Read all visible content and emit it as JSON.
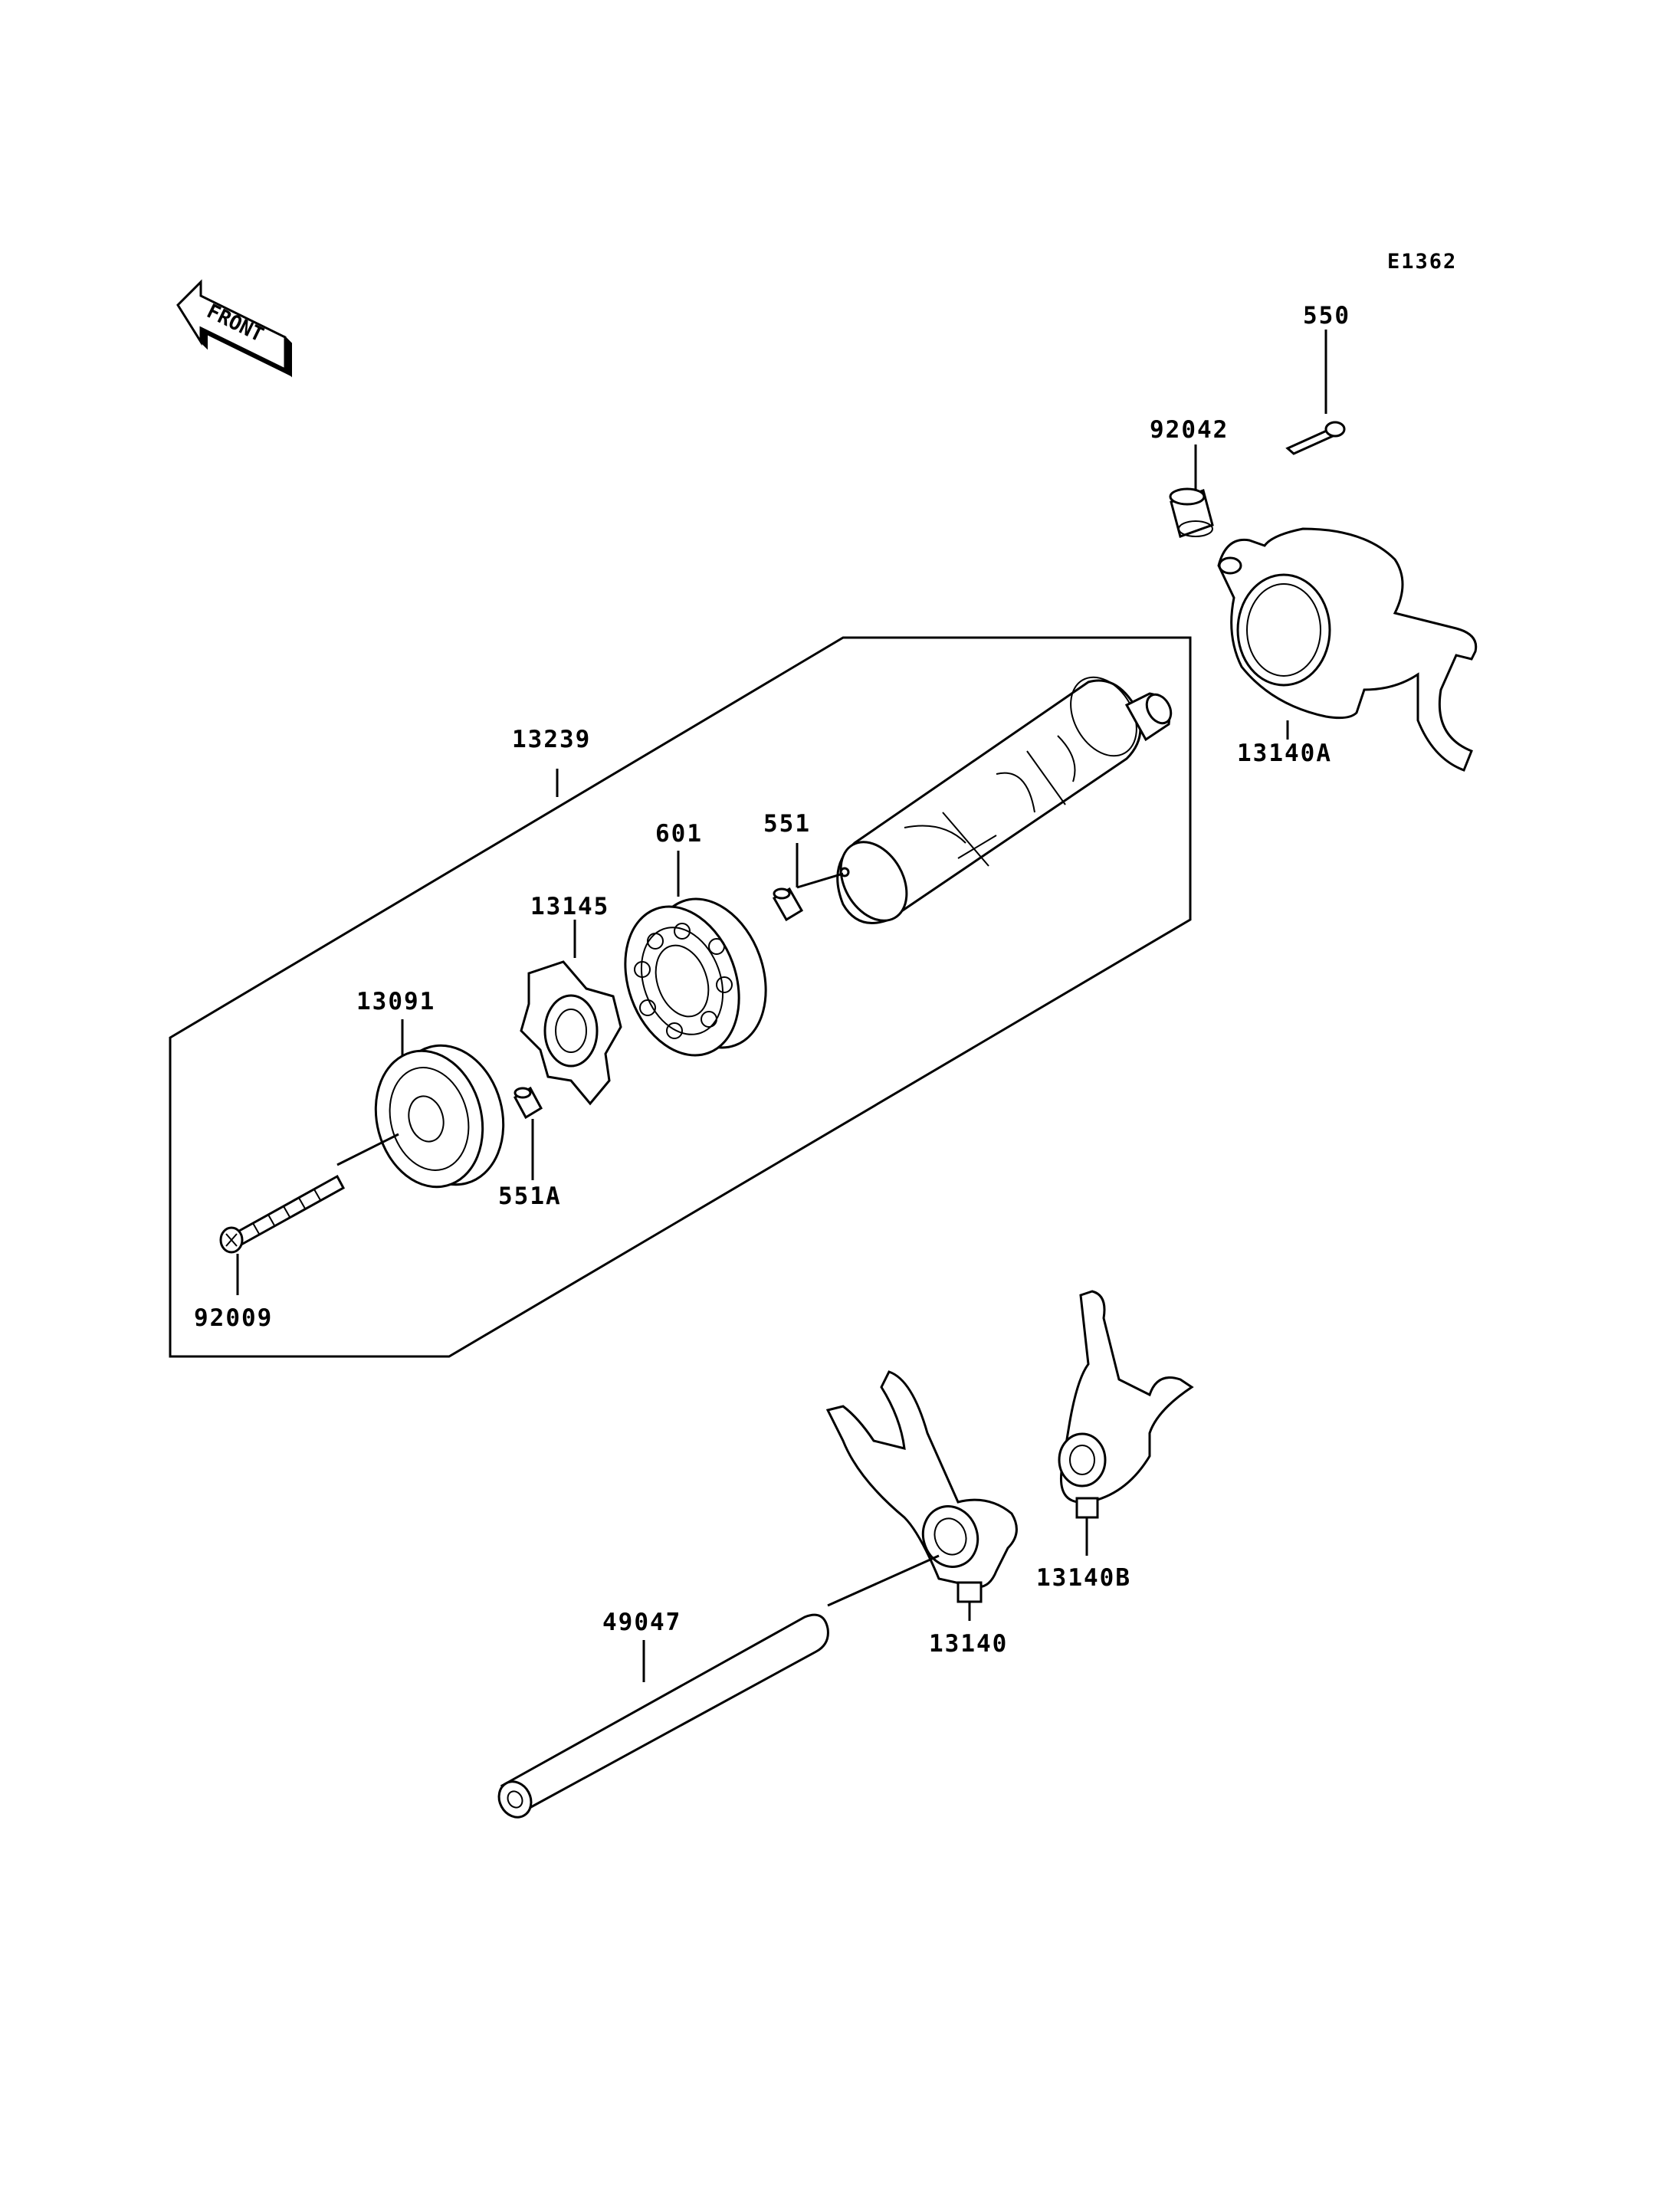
{
  "diagram": {
    "code": "E1362",
    "front_marker": "FRONT",
    "assembly_label": "13239",
    "parts": [
      {
        "label": "550",
        "icon": "cotter-pin-icon"
      },
      {
        "label": "92042",
        "icon": "roller-icon"
      },
      {
        "label": "13140A",
        "icon": "shift-fork-icon"
      },
      {
        "label": "601",
        "icon": "ball-bearing-icon"
      },
      {
        "label": "551",
        "icon": "dowel-pin-icon"
      },
      {
        "label": "13145",
        "icon": "star-cam-icon"
      },
      {
        "label": "13091",
        "icon": "holder-plate-icon"
      },
      {
        "label": "551A",
        "icon": "dowel-pin-icon"
      },
      {
        "label": "92009",
        "icon": "screw-icon"
      },
      {
        "label": "49047",
        "icon": "fork-shaft-icon"
      },
      {
        "label": "13140",
        "icon": "shift-fork-icon"
      },
      {
        "label": "13140B",
        "icon": "shift-fork-icon"
      }
    ]
  }
}
